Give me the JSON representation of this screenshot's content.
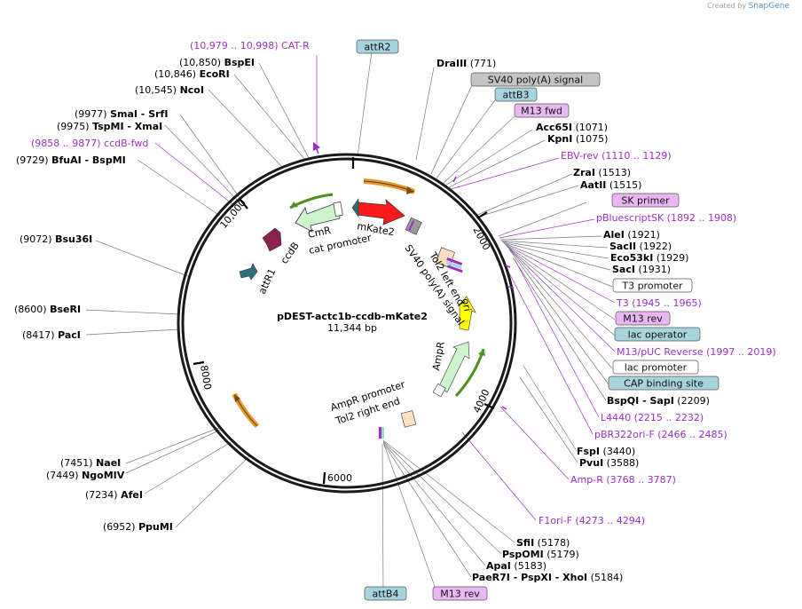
{
  "credit": {
    "prefix": "Created by",
    "brand": "SnapGene"
  },
  "plasmid": {
    "name": "pDEST-actc1b-ccdb-mKate2",
    "size": "11,344 bp"
  },
  "ticks": [
    "2000",
    "4000",
    "6000",
    "8000",
    "10,000"
  ],
  "labels": [
    {
      "id": "catr",
      "kind": "primer",
      "text": "(10,979 .. 10,998)  CAT-R"
    },
    {
      "id": "attr2",
      "kind": "box",
      "text": "attR2",
      "color": "#a7d3dd"
    },
    {
      "id": "bspei",
      "kind": "enz",
      "pos": "(10,850)",
      "name": "BspEI"
    },
    {
      "id": "ecori",
      "kind": "enz",
      "pos": "(10,846)",
      "name": "EcoRI"
    },
    {
      "id": "ncoi",
      "kind": "enz",
      "pos": "(10,545)",
      "name": "NcoI"
    },
    {
      "id": "smai",
      "kind": "enz",
      "pos": "(9977)",
      "name": "SmaI   - SrfI"
    },
    {
      "id": "tspmi",
      "kind": "enz",
      "pos": "(9975)",
      "name": "TspMI   - XmaI"
    },
    {
      "id": "ccdbfwd",
      "kind": "primer",
      "text": "(9858 .. 9877)  ccdB-fwd"
    },
    {
      "id": "bfuai",
      "kind": "enz",
      "pos": "(9729)",
      "name": "BfuAI   - BspMI"
    },
    {
      "id": "bsu36i",
      "kind": "enz",
      "pos": "(9072)",
      "name": "Bsu36I"
    },
    {
      "id": "bseri",
      "kind": "enz",
      "pos": "(8600)",
      "name": "BseRI"
    },
    {
      "id": "paci",
      "kind": "enz",
      "pos": "(8417)",
      "name": "PacI"
    },
    {
      "id": "naei",
      "kind": "enz",
      "pos": "(7451)",
      "name": "NaeI"
    },
    {
      "id": "ngomiv",
      "kind": "enz",
      "pos": "(7449)",
      "name": "NgoMIV"
    },
    {
      "id": "afei",
      "kind": "enz",
      "pos": "(7234)",
      "name": "AfeI"
    },
    {
      "id": "ppumi",
      "kind": "enz",
      "pos": "(6952)",
      "name": "PpuMI"
    },
    {
      "id": "draiii",
      "kind": "enz",
      "name": "DraIII",
      "pos": "(771)"
    },
    {
      "id": "sv40pa",
      "kind": "box",
      "text": "SV40 poly(A) signal",
      "color": "#c4c4c4"
    },
    {
      "id": "attb3",
      "kind": "box",
      "text": "attB3",
      "color": "#a7d3dd"
    },
    {
      "id": "m13fwd",
      "kind": "box",
      "text": "M13 fwd",
      "color": "#e9b8f2"
    },
    {
      "id": "acc65i",
      "kind": "enz",
      "name": "Acc65I",
      "pos": "(1071)"
    },
    {
      "id": "kpni",
      "kind": "enz",
      "name": "KpnI",
      "pos": "(1075)"
    },
    {
      "id": "ebvrev",
      "kind": "primer",
      "text": "EBV-rev    (1110 .. 1129)"
    },
    {
      "id": "zrai",
      "kind": "enz",
      "name": "ZraI",
      "pos": "(1513)"
    },
    {
      "id": "aatii",
      "kind": "enz",
      "name": "AatII",
      "pos": "(1515)"
    },
    {
      "id": "skprimer",
      "kind": "box",
      "text": "SK primer",
      "color": "#e9b8f2"
    },
    {
      "id": "pbluesk",
      "kind": "primer",
      "text": "pBluescriptSK    (1892 .. 1908)"
    },
    {
      "id": "alei",
      "kind": "enz",
      "name": "AleI",
      "pos": "(1921)"
    },
    {
      "id": "sacii",
      "kind": "enz",
      "name": "SacII",
      "pos": "(1922)"
    },
    {
      "id": "eco53ki",
      "kind": "enz",
      "name": "Eco53kI",
      "pos": "(1929)"
    },
    {
      "id": "saci",
      "kind": "enz",
      "name": "SacI",
      "pos": "(1931)"
    },
    {
      "id": "t3prom",
      "kind": "box",
      "text": "T3 promoter",
      "color": "#ffffff"
    },
    {
      "id": "t3",
      "kind": "primer",
      "text": "T3    (1945 .. 1965)"
    },
    {
      "id": "m13rev1",
      "kind": "box",
      "text": "M13 rev",
      "color": "#e9b8f2"
    },
    {
      "id": "lacop",
      "kind": "box",
      "text": "lac operator",
      "color": "#a7d3dd"
    },
    {
      "id": "m13puc",
      "kind": "primer",
      "text": "M13/pUC Reverse    (1997 .. 2019)"
    },
    {
      "id": "lacprom",
      "kind": "box",
      "text": "lac promoter",
      "color": "#ffffff"
    },
    {
      "id": "cap",
      "kind": "box",
      "text": "CAP binding site",
      "color": "#a7d3dd"
    },
    {
      "id": "bspqi",
      "kind": "enz",
      "name": "BspQI   - SapI",
      "pos": "(2209)"
    },
    {
      "id": "l4440",
      "kind": "primer",
      "text": "L4440    (2215 .. 2232)"
    },
    {
      "id": "pbr322",
      "kind": "primer",
      "text": "pBR322ori-F    (2466 .. 2485)"
    },
    {
      "id": "fspi",
      "kind": "enz",
      "name": "FspI",
      "pos": "(3440)"
    },
    {
      "id": "pvui",
      "kind": "enz",
      "name": "PvuI",
      "pos": "(3588)"
    },
    {
      "id": "ampr_p",
      "kind": "primer",
      "text": "Amp-R    (3768 .. 3787)"
    },
    {
      "id": "f1orif",
      "kind": "primer",
      "text": "F1ori-F    (4273 .. 4294)"
    },
    {
      "id": "sfii",
      "kind": "enz",
      "name": "SfiI",
      "pos": "(5178)"
    },
    {
      "id": "pspomi",
      "kind": "enz",
      "name": "PspOMI",
      "pos": "(5179)"
    },
    {
      "id": "apai",
      "kind": "enz",
      "name": "ApaI",
      "pos": "(5183)"
    },
    {
      "id": "paer7i",
      "kind": "enz",
      "name": "PaeR7I   - PspXI   - XhoI",
      "pos": "(5184)"
    },
    {
      "id": "attb4",
      "kind": "box",
      "text": "attB4",
      "color": "#a7d3dd"
    },
    {
      "id": "m13rev2",
      "kind": "box",
      "text": "M13 rev",
      "color": "#e9b8f2"
    }
  ],
  "inner_labels": {
    "cmr": "CmR",
    "ccdb": "ccdB",
    "catprom": "cat promoter",
    "mkate2": "mKate2",
    "attr1": "attR1",
    "sv40": "SV40 poly(A) signal",
    "tol2l": "Tol2 left end",
    "ori": "ori",
    "ampr": "AmpR",
    "amprprom": "AmpR promoter",
    "tol2r": "Tol2 right end"
  },
  "colors": {
    "cmr": "#ccf5cc",
    "ccdb": "#8b2252",
    "mkate2": "#ff1a1a",
    "attr": "#2a6f7f",
    "ori": "#ffff00",
    "ampr": "#ccf5cc",
    "tol2": "#fde0c0",
    "green_arc": "#4f8f1f",
    "orange_arc": "#e69a32",
    "primer": "#9a2fc8"
  }
}
